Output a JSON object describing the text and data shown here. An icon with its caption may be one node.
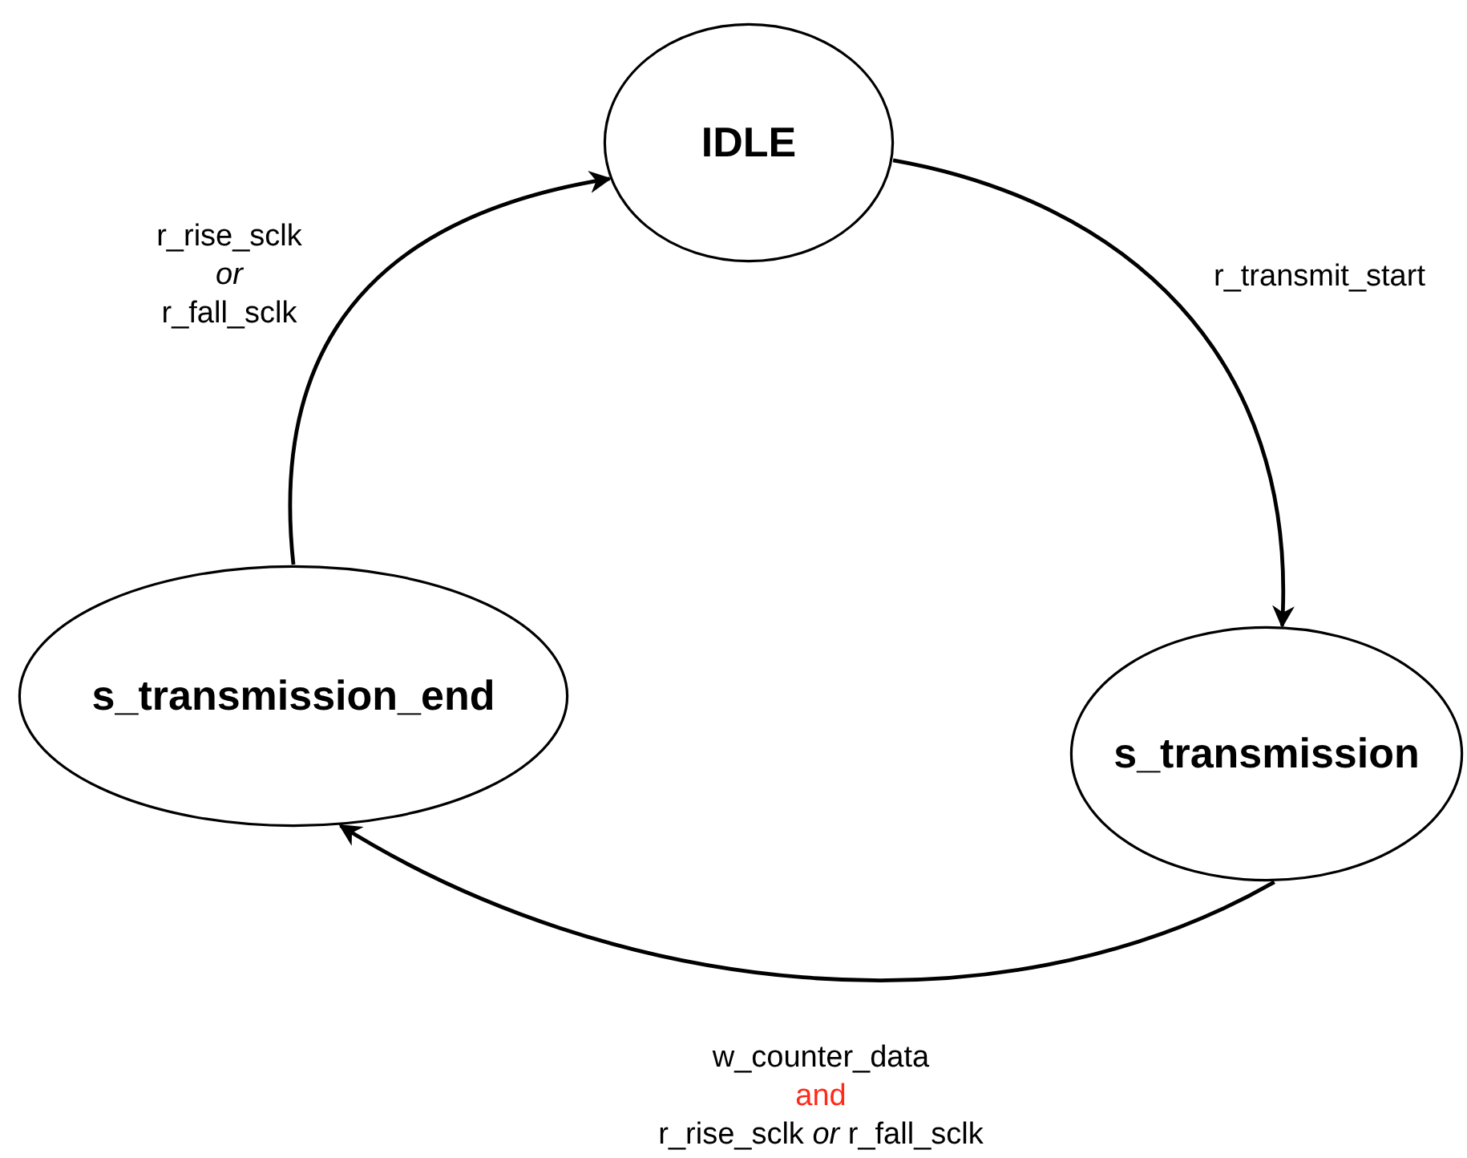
{
  "diagram": {
    "nodes": [
      {
        "text": [
          "IDLE"
        ]
      },
      {
        "text": [
          "s_transmission"
        ]
      },
      {
        "text": [
          "s_transmission_end"
        ]
      }
    ],
    "edges": [
      {
        "from": 0,
        "to": 1,
        "arrow": "to",
        "label": "r_transmit_start"
      },
      {
        "from": 1,
        "to": 2,
        "arrow": "to",
        "label": "w_counter_data and r_rise_sclk *or* r_fall_sclk"
      },
      {
        "from": 2,
        "to": 0,
        "arrow": "to",
        "label": "r_rise_sclk *or* r_fall_sclk"
      }
    ]
  }
}
